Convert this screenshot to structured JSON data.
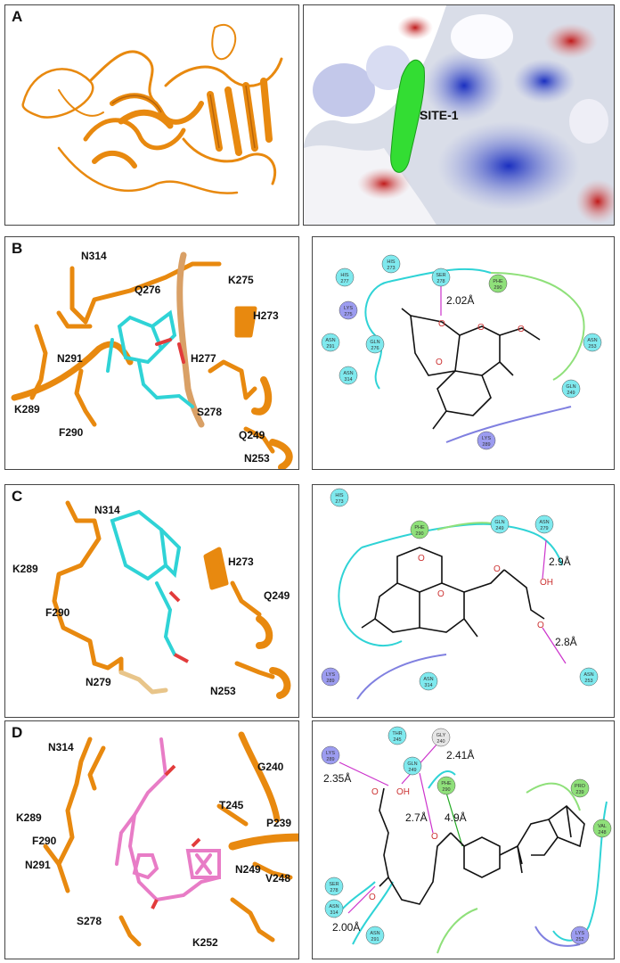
{
  "panels": [
    {
      "label": "A",
      "site_label": "SITE-1"
    },
    {
      "label": "B",
      "residues": [
        "N314",
        "K275",
        "Q276",
        "H273",
        "H277",
        "N291",
        "S278",
        "K289",
        "F290",
        "Q249",
        "N253"
      ],
      "diagram": {
        "nodes": [
          {
            "name": "HIS",
            "num": "273",
            "kind": "polar"
          },
          {
            "name": "SER",
            "num": "278",
            "kind": "polar"
          },
          {
            "name": "HIS",
            "num": "277",
            "kind": "polar"
          },
          {
            "name": "PHE",
            "num": "290",
            "kind": "hydrophobic"
          },
          {
            "name": "LYS",
            "num": "275",
            "kind": "positive"
          },
          {
            "name": "ASN",
            "num": "291",
            "kind": "polar"
          },
          {
            "name": "GLN",
            "num": "276",
            "kind": "polar"
          },
          {
            "name": "ASN",
            "num": "314",
            "kind": "polar"
          },
          {
            "name": "ASN",
            "num": "253",
            "kind": "polar"
          },
          {
            "name": "GLN",
            "num": "249",
            "kind": "polar"
          },
          {
            "name": "LYS",
            "num": "289",
            "kind": "positive"
          }
        ],
        "distances": [
          "2.02Å"
        ]
      }
    },
    {
      "label": "C",
      "residues": [
        "N314",
        "K289",
        "F290",
        "H273",
        "Q249",
        "N279",
        "N253"
      ],
      "diagram": {
        "nodes": [
          {
            "name": "HIS",
            "num": "273",
            "kind": "polar"
          },
          {
            "name": "PHE",
            "num": "290",
            "kind": "hydrophobic"
          },
          {
            "name": "GLN",
            "num": "249",
            "kind": "polar"
          },
          {
            "name": "ASN",
            "num": "279",
            "kind": "polar"
          },
          {
            "name": "LYS",
            "num": "289",
            "kind": "positive"
          },
          {
            "name": "ASN",
            "num": "314",
            "kind": "polar"
          },
          {
            "name": "ASN",
            "num": "253",
            "kind": "polar"
          }
        ],
        "distances": [
          "2.9Å",
          "2.8Å"
        ],
        "atoms": [
          "OH"
        ]
      }
    },
    {
      "label": "D",
      "residues": [
        "N314",
        "G240",
        "T245",
        "P239",
        "K289",
        "F290",
        "N291",
        "N249",
        "V248",
        "S278",
        "K252"
      ],
      "diagram": {
        "nodes": [
          {
            "name": "LYS",
            "num": "289",
            "kind": "positive"
          },
          {
            "name": "THR",
            "num": "245",
            "kind": "polar"
          },
          {
            "name": "GLY",
            "num": "240",
            "kind": "glycine"
          },
          {
            "name": "GLN",
            "num": "249",
            "kind": "polar"
          },
          {
            "name": "PHE",
            "num": "290",
            "kind": "hydrophobic"
          },
          {
            "name": "PRO",
            "num": "239",
            "kind": "hydrophobic"
          },
          {
            "name": "VAL",
            "num": "248",
            "kind": "hydrophobic"
          },
          {
            "name": "SER",
            "num": "278",
            "kind": "polar"
          },
          {
            "name": "ASN",
            "num": "314",
            "kind": "polar"
          },
          {
            "name": "ASN",
            "num": "291",
            "kind": "polar"
          },
          {
            "name": "LYS",
            "num": "252",
            "kind": "positive"
          }
        ],
        "distances": [
          "2.35Å",
          "2.41Å",
          "2.7Å",
          "4.9Å",
          "2.00Å"
        ],
        "atoms": [
          "OH"
        ]
      }
    }
  ],
  "colors": {
    "ribbon": "#e8890f",
    "ribbon_dark": "#b8640a",
    "ligand_cyan": "#2fd3d6",
    "ligand_pink": "#e87cc6",
    "site_green": "#33dd33",
    "polar": "#7fe9ee",
    "hydrophobic": "#8fe07a",
    "positive": "#9c9cf0",
    "glycine": "#e6e6e6",
    "hbond": "#cc33cc",
    "pipi": "#22aa22"
  }
}
